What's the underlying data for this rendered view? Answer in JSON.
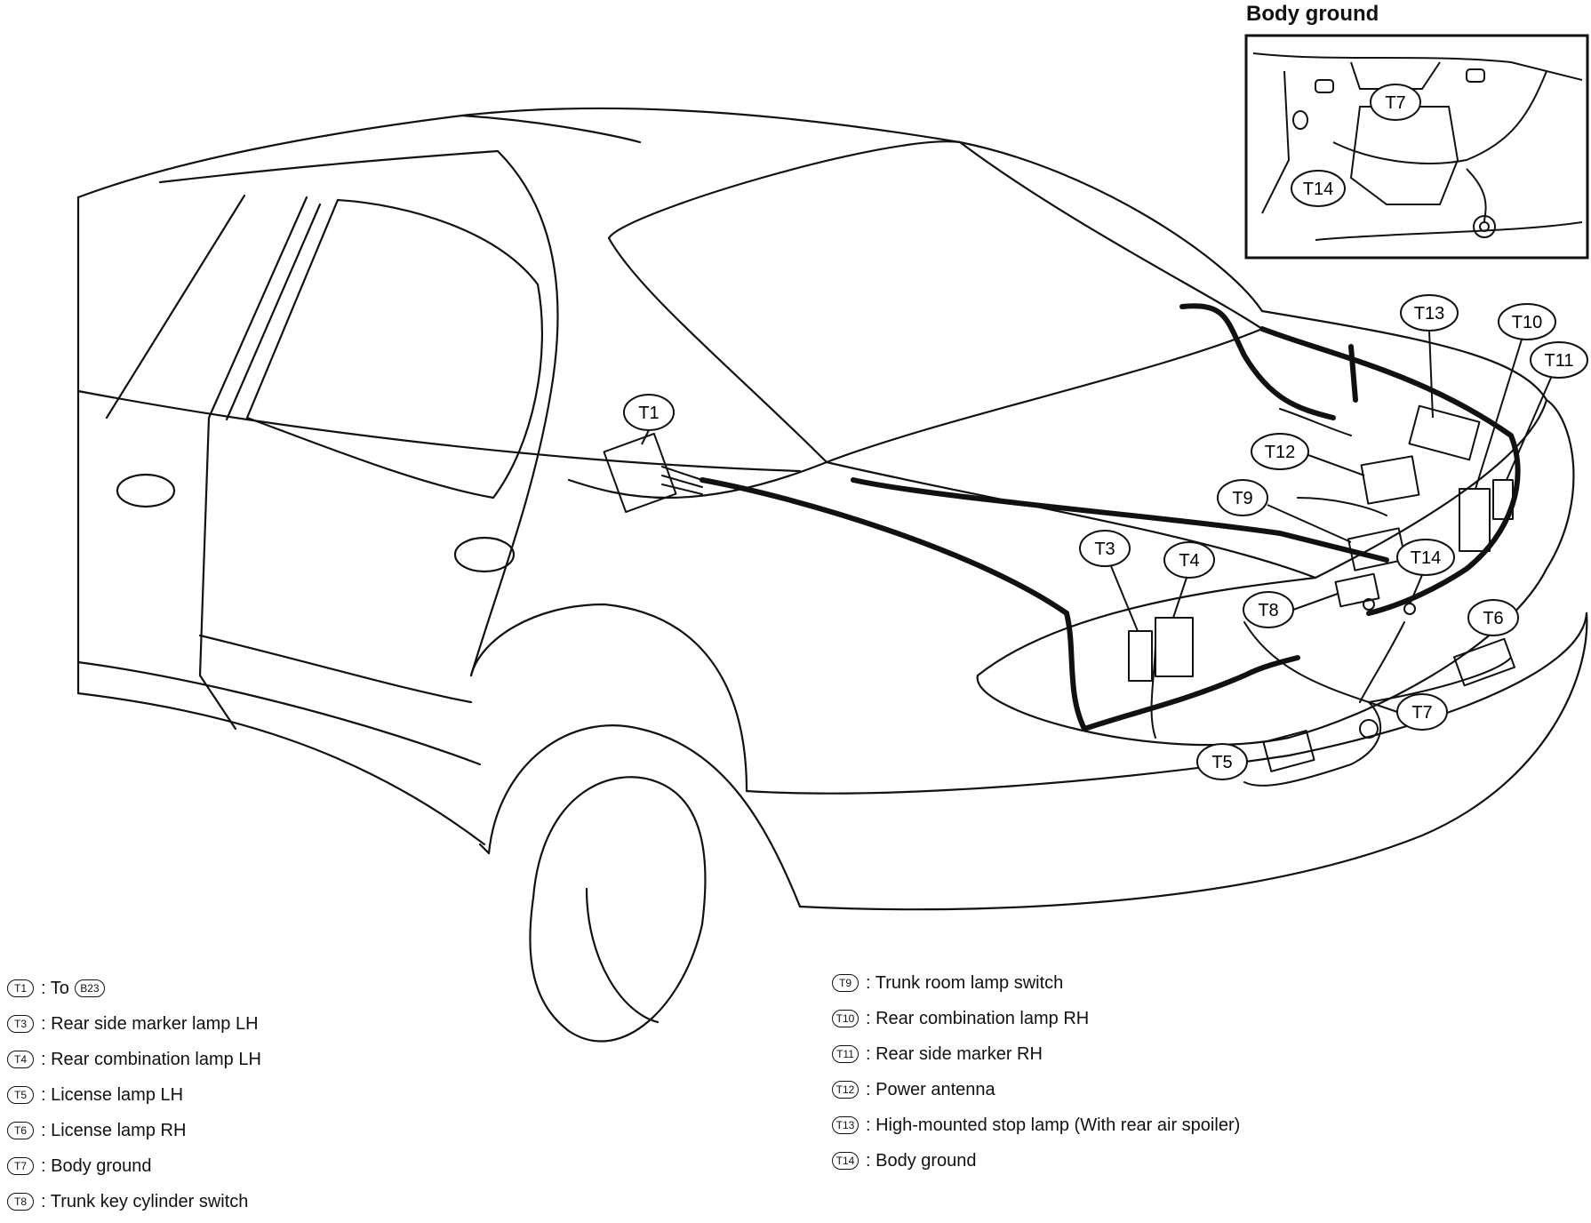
{
  "inset": {
    "title": "Body ground",
    "callouts": [
      "T7",
      "T14"
    ]
  },
  "callouts": [
    "T1",
    "T3",
    "T4",
    "T5",
    "T6",
    "T7",
    "T8",
    "T9",
    "T10",
    "T11",
    "T12",
    "T13",
    "T14"
  ],
  "legend_left": [
    {
      "code": "T1",
      "text": ": To",
      "ref": "B23"
    },
    {
      "code": "T3",
      "text": ": Rear side marker lamp LH"
    },
    {
      "code": "T4",
      "text": ": Rear combination lamp LH"
    },
    {
      "code": "T5",
      "text": ": License lamp LH"
    },
    {
      "code": "T6",
      "text": ": License lamp RH"
    },
    {
      "code": "T7",
      "text": ": Body ground"
    },
    {
      "code": "T8",
      "text": ": Trunk key cylinder switch"
    }
  ],
  "legend_right": [
    {
      "code": "T9",
      "text": ": Trunk room lamp switch"
    },
    {
      "code": "T10",
      "text": ": Rear combination lamp RH"
    },
    {
      "code": "T11",
      "text": ": Rear side marker RH"
    },
    {
      "code": "T12",
      "text": ": Power antenna"
    },
    {
      "code": "T13",
      "text": ": High-mounted stop lamp (With rear air spoiler)"
    },
    {
      "code": "T14",
      "text": ": Body ground"
    }
  ]
}
